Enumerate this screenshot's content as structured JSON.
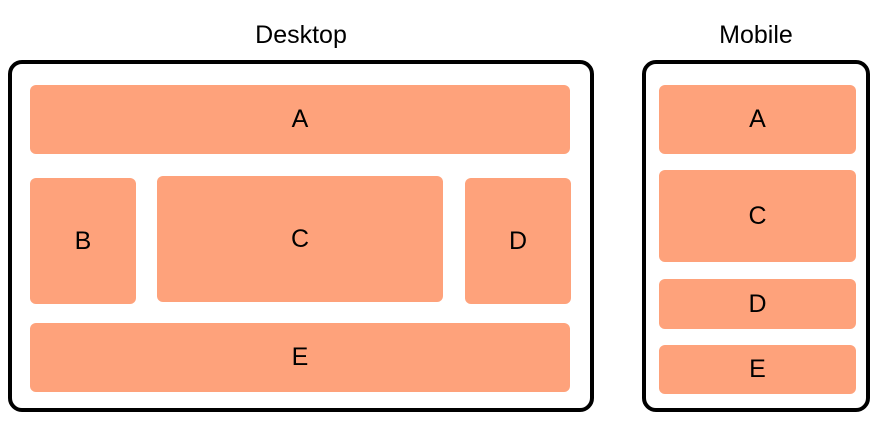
{
  "diagram": {
    "desktop": {
      "title": "Desktop",
      "blocks": {
        "a": "A",
        "b": "B",
        "c": "C",
        "d": "D",
        "e": "E"
      }
    },
    "mobile": {
      "title": "Mobile",
      "blocks": {
        "a": "A",
        "c": "C",
        "d": "D",
        "e": "E"
      }
    },
    "colors": {
      "block_fill": "#fea27b",
      "frame_border": "#000000",
      "text": "#000000"
    }
  }
}
